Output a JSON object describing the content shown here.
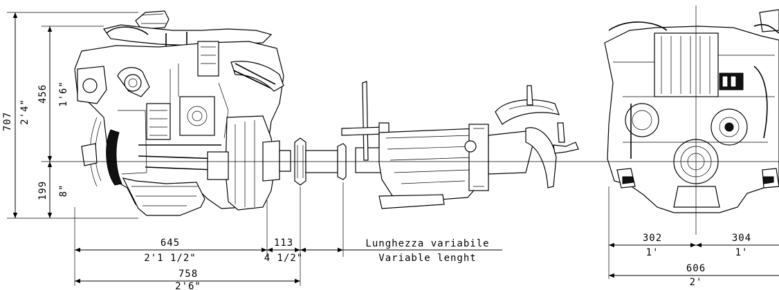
{
  "dimensions": {
    "overall_height_mm": "707",
    "overall_height_ft": "2'4\"",
    "upper_height_mm": "456",
    "upper_height_ft": "1'6\"",
    "lower_height_mm": "199",
    "lower_height_ft": "8\"",
    "engine_length_mm": "645",
    "engine_length_ft": "2'1 1/2\"",
    "coupling_length_mm": "113",
    "coupling_length_ft": "4 1/2\"",
    "total_length_mm": "758",
    "total_length_ft": "2'6\"",
    "shaft_length_it": "Lunghezza variabile",
    "shaft_length_en": "Variable lenght",
    "front_left_mm": "302",
    "front_left_ft": "1'",
    "front_right_mm": "304",
    "front_right_ft": "1'",
    "front_width_mm": "606",
    "front_width_ft": "2'"
  }
}
